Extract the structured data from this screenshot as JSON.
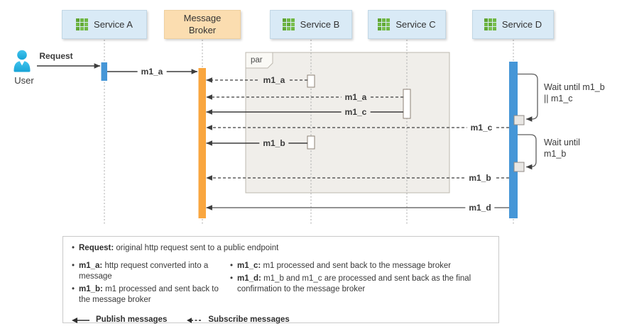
{
  "diagram": {
    "actor": {
      "label": "User"
    },
    "participants": [
      {
        "label": "Service A",
        "icon": "grid"
      },
      {
        "label": "Message Broker",
        "icon": null
      },
      {
        "label": "Service B",
        "icon": "grid"
      },
      {
        "label": "Service C",
        "icon": "grid"
      },
      {
        "label": "Service D",
        "icon": "grid"
      }
    ],
    "fragment": {
      "label": "par"
    },
    "messages": [
      {
        "label": "Request",
        "kind": "publish",
        "from": "User",
        "to": "Service A"
      },
      {
        "label": "m1_a",
        "kind": "publish",
        "from": "Service A",
        "to": "Message Broker"
      },
      {
        "label": "m1_a",
        "kind": "subscribe",
        "from": "Service B",
        "to": "Message Broker"
      },
      {
        "label": "m1_a",
        "kind": "subscribe",
        "from": "Service C",
        "to": "Message Broker"
      },
      {
        "label": "m1_c",
        "kind": "publish",
        "from": "Service C",
        "to": "Message Broker"
      },
      {
        "label": "m1_c",
        "kind": "subscribe",
        "from": "Service D",
        "to": "Message Broker"
      },
      {
        "label": "m1_b",
        "kind": "publish",
        "from": "Service B",
        "to": "Message Broker"
      },
      {
        "label": "m1_b",
        "kind": "subscribe",
        "from": "Service D",
        "to": "Message Broker"
      },
      {
        "label": "m1_d",
        "kind": "publish",
        "from": "Service D",
        "to": "Message Broker"
      }
    ],
    "wait_notes": [
      {
        "line1": "Wait until m1_b",
        "line2": "|| m1_c"
      },
      {
        "line1": "Wait until",
        "line2": "m1_b"
      }
    ],
    "legend": {
      "request": {
        "term": "Request:",
        "desc": "original http request sent to a public endpoint"
      },
      "items_left": [
        {
          "term": "m1_a:",
          "desc": "http request converted into a message"
        },
        {
          "term": "m1_b:",
          "desc": "m1 processed and sent back to the message broker"
        }
      ],
      "items_right": [
        {
          "term": "m1_c:",
          "desc": "m1 processed and sent back to the message broker"
        },
        {
          "term": "m1_d:",
          "desc": "m1_b and m1_c are processed and sent back as the final confirmation to the message broker"
        }
      ],
      "publish_label": "Publish messages",
      "subscribe_label": "Subscribe messages"
    },
    "colors": {
      "service_header_fill": "#d9eaf6",
      "broker_header_fill": "#fbddb0",
      "service_bar_blue": "#4596d7",
      "broker_bar_orange": "#f9a63f",
      "icon_green": "#6cb33f",
      "par_fill": "#f0eeea",
      "actor_cyan": "#2bb4e5"
    }
  }
}
